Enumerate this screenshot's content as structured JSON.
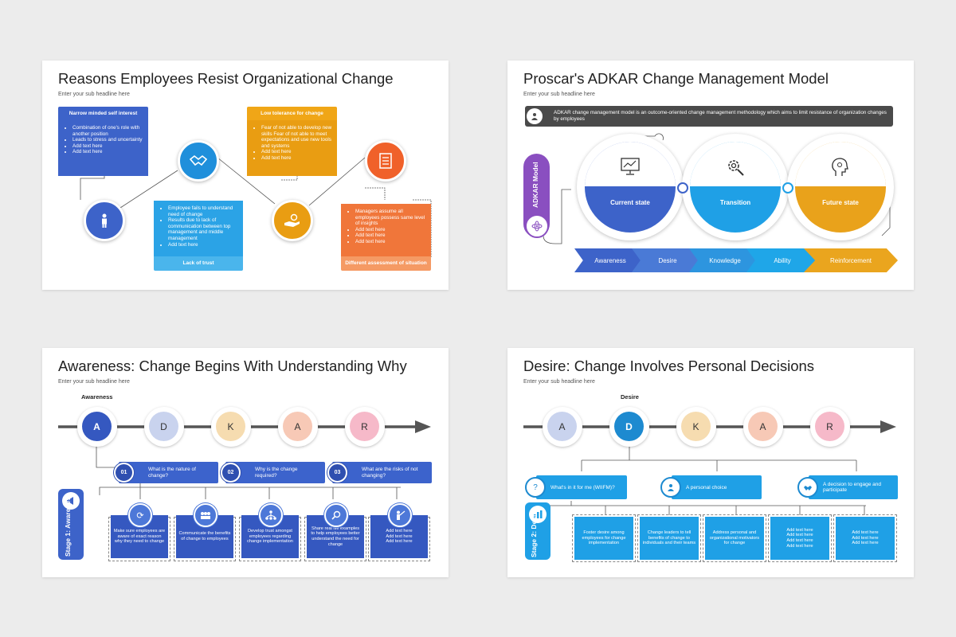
{
  "slide1": {
    "title": "Reasons Employees Resist Organizational Change",
    "subtitle": "Enter your sub headline here",
    "box1": {
      "header": "Narrow minded self interest",
      "items": [
        "Combination of one's role with another position",
        "Leads to stress and uncertainty",
        "Add text here",
        "Add text here"
      ]
    },
    "box2": {
      "footer": "Lack of trust",
      "items": [
        "Employee fails to understand need of change",
        "Results due to lack of communication between top management and middle management",
        "Add text here"
      ]
    },
    "box3": {
      "header": "Low tolerance for change",
      "items": [
        "Fear of not able to develop new skills Fear of not able to meet expectations and use new tools and systems",
        "Add text here",
        "Add text here"
      ]
    },
    "box4": {
      "footer": "Different assessment of situation",
      "items": [
        "Managers assume all employees possess same level of insights",
        "Add text here",
        "Add text here",
        "Add text here"
      ]
    },
    "icons": [
      "person-icon",
      "handshake-icon",
      "hand-coin-icon",
      "checklist-icon"
    ],
    "colors": {
      "blue": "#3d63c9",
      "lightblue": "#2ba3e6",
      "yellow": "#f0a617",
      "orange": "#f0763a"
    }
  },
  "slide2": {
    "title": "Proscar's ADKAR Change Management Model",
    "subtitle": "Enter your sub headline here",
    "banner": "ADKAR change management model is an outcome-oriented change management methodology which aims to limit resistance of organization changes by employees",
    "side_label": "ADKAR Model",
    "states": [
      "Current state",
      "Transition",
      "Future state"
    ],
    "steps": [
      "Awareness",
      "Desire",
      "Knowledge",
      "Ability",
      "Reinforcement"
    ],
    "colors": {
      "current": "#3d63c9",
      "transition": "#1fa0e6",
      "future": "#e9a21b",
      "model": "#8a4fc0"
    }
  },
  "slide3": {
    "title": "Awareness: Change Begins With Understanding Why",
    "subtitle": "Enter your sub headline here",
    "active_label": "Awareness",
    "letters": [
      "A",
      "D",
      "K",
      "A",
      "R"
    ],
    "questions": [
      {
        "num": "01",
        "text": "What is the nature of change?"
      },
      {
        "num": "02",
        "text": "Why is the change required?"
      },
      {
        "num": "03",
        "text": "What are the risks of not changing?"
      }
    ],
    "stage_label": "Stage 1: Awareness",
    "cards": [
      "Make sure employees are aware of exact reason why they need to change",
      "Communicate the benefits of change to employees",
      "Develop trust amongst employees regarding change implementation",
      "Share real life examples to help employees better understand the need for change",
      "Add text here Add text here Add text here"
    ]
  },
  "slide4": {
    "title": "Desire: Change Involves Personal Decisions",
    "subtitle": "Enter your sub headline here",
    "active_label": "Desire",
    "letters": [
      "A",
      "D",
      "K",
      "A",
      "R"
    ],
    "options": [
      "What's in it for me (WIIFM)?",
      "A personal choice",
      "A decision to engage and participate"
    ],
    "stage_label": "Stage 2: Desire",
    "cards": [
      "Foster desire among employees for change implementation",
      "Change leaders to tell benefits of change to individuals and their teams",
      "Address personal and organizational motivators for change",
      "Add text here Add text here Add text here Add text here",
      "Add text here Add text here Add text here"
    ]
  }
}
